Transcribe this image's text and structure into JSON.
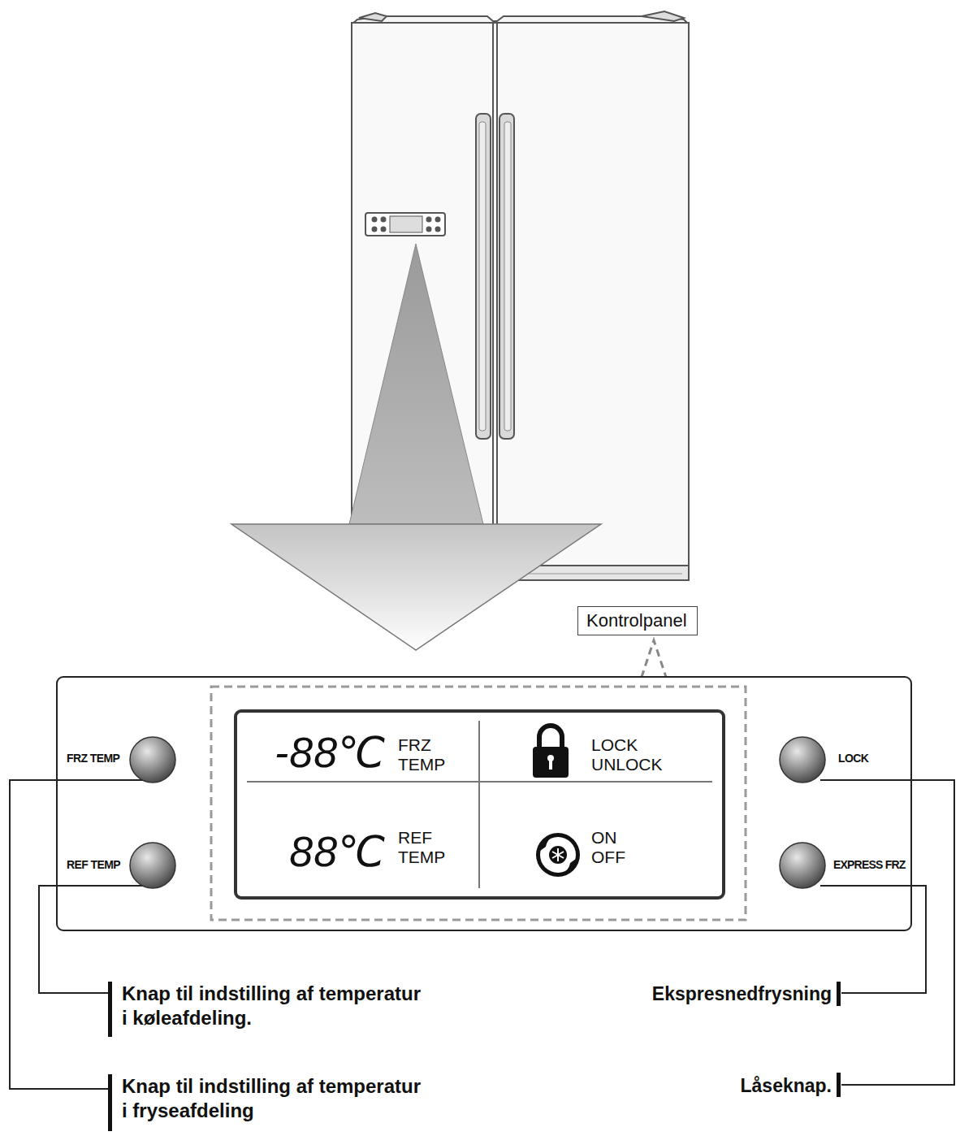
{
  "diagram": {
    "nodes": [
      {
        "text": [
          "Kontrolpanel"
        ]
      },
      {
        "text": [
          "-88℃",
          "FRZ TEMP",
          "LOCK UNLOCK",
          "88℃",
          "REF TEMP",
          "ON OFF"
        ]
      }
    ],
    "labels": [
      "FRZ TEMP",
      "REF TEMP",
      "LOCK",
      "EXPRESS FRZ",
      "Knap til indstilling af temperatur i køleafdeling.",
      "Ekspresnedfrysning",
      "Knap til indstilling af temperatur i fryseafdeling",
      "Låseknap."
    ]
  }
}
